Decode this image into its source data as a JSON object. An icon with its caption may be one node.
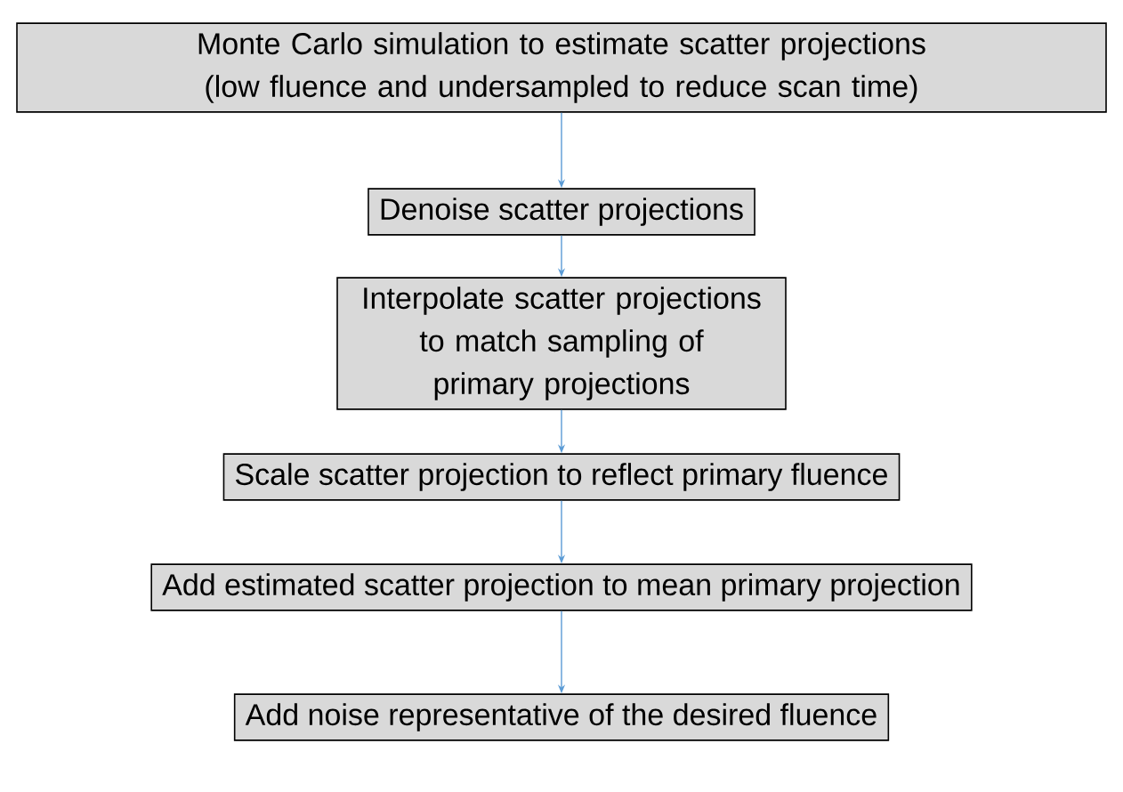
{
  "diagram": {
    "nodes": [
      {
        "text": [
          "Monte Carlo simulation to estimate scatter projections (low fluence and undersampled to reduce scan time)"
        ]
      },
      {
        "text": [
          "Denoise scatter projections"
        ]
      },
      {
        "text": [
          "Interpolate scatter projections to match sampling of primary projections"
        ]
      },
      {
        "text": [
          "Scale scatter projection to reflect primary fluence"
        ]
      },
      {
        "text": [
          "Add estimated scatter projection to mean primary projection"
        ]
      },
      {
        "text": [
          "Add noise representative of the desired fluence"
        ]
      }
    ],
    "edges": [
      {
        "from": 0,
        "to": 1,
        "arrow": "to"
      },
      {
        "from": 1,
        "to": 2,
        "arrow": "to"
      },
      {
        "from": 2,
        "to": 3,
        "arrow": "to"
      },
      {
        "from": 3,
        "to": 4,
        "arrow": "to"
      },
      {
        "from": 4,
        "to": 5,
        "arrow": "to"
      }
    ]
  }
}
